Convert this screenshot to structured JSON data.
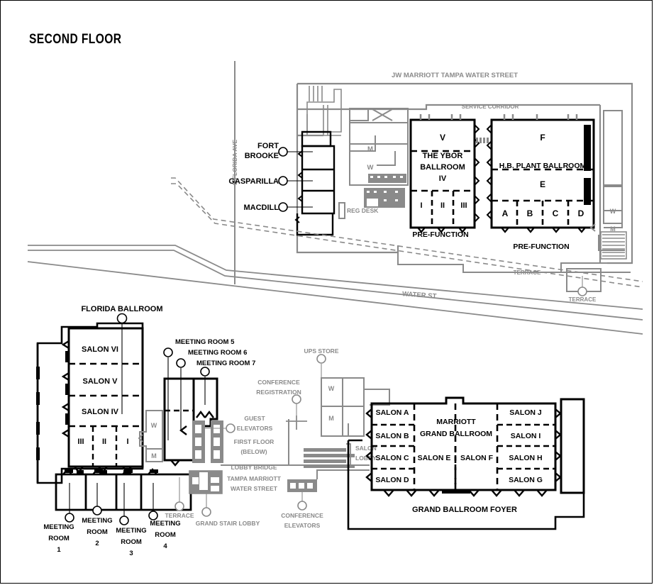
{
  "page": {
    "title": "SECOND FLOOR"
  },
  "colors": {
    "ink": "#000000",
    "gray": "#8a8a8a",
    "background": "#ffffff"
  },
  "upper_plan": {
    "building_name": "JW MARRIOTT TAMPA WATER STREET",
    "street_left": "S FLORIDA AVE",
    "service_corridor": "SERVICE CORRIDOR",
    "reg_desk": "REG DESK",
    "callouts": [
      {
        "label": "FORT BROOKE"
      },
      {
        "label": "GASPARILLA"
      },
      {
        "label": "MACDILL"
      }
    ],
    "ybor": {
      "name_line1": "THE YBOR",
      "name_line2": "BALLROOM",
      "sections_upper": [
        "V",
        "IV"
      ],
      "sections_lower": [
        "I",
        "II",
        "III"
      ],
      "prefunction": "PRE-FUNCTION"
    },
    "hbplant": {
      "name": "H.B. PLANT BALLROOM",
      "sections_upper": [
        "F",
        "E"
      ],
      "sections_lower": [
        "A",
        "B",
        "C",
        "D"
      ],
      "prefunction": "PRE-FUNCTION"
    },
    "restrooms": [
      {
        "label": "M"
      },
      {
        "label": "W"
      },
      {
        "label": "W"
      },
      {
        "label": "M"
      }
    ]
  },
  "street": {
    "name": "WATER ST",
    "terrace_upper": "TERRACE",
    "terrace_right": "TERRACE"
  },
  "lower_plan": {
    "florida_ballroom": {
      "callout": "FLORIDA BALLROOM",
      "salons": [
        "SALON VI",
        "SALON V",
        "SALON IV"
      ],
      "sub_sections": [
        "III",
        "II",
        "I"
      ]
    },
    "meeting_callouts": [
      {
        "label": "MEETING ROOM 5"
      },
      {
        "label": "MEETING ROOM 6"
      },
      {
        "label": "MEETING ROOM 7"
      }
    ],
    "meeting_rooms_bottom": [
      {
        "line1": "MEETING",
        "line2": "ROOM",
        "line3": "1"
      },
      {
        "line1": "MEETING",
        "line2": "ROOM",
        "line3": "2"
      },
      {
        "line1": "MEETING",
        "line2": "ROOM",
        "line3": "3"
      },
      {
        "line1": "MEETING",
        "line2": "ROOM",
        "line3": "4"
      }
    ],
    "gray_callouts": {
      "ups_store": "UPS STORE",
      "conference_registration_l1": "CONFERENCE",
      "conference_registration_l2": "REGISTRATION",
      "guest_elevators_l1": "GUEST",
      "guest_elevators_l2": "ELEVATORS",
      "first_floor_l1": "FIRST FLOOR",
      "first_floor_l2": "(BELOW)",
      "lobby_bridge": "LOBBY BRIDGE",
      "tampa_marriott_l1": "TAMPA MARRIOTT",
      "tampa_marriott_l2": "WATER STREET",
      "conference_elevators_l1": "CONFERENCE",
      "conference_elevators_l2": "ELEVATORS",
      "grand_stair_lobby": "GRAND STAIR LOBBY",
      "terrace": "TERRACE",
      "salon_lobby_l1": "SALON",
      "salon_lobby_l2": "LOBBY"
    },
    "restrooms": [
      {
        "label": "W"
      },
      {
        "label": "M"
      },
      {
        "label": "W"
      },
      {
        "label": "M"
      }
    ],
    "grand_ballroom": {
      "name_line1": "MARRIOTT",
      "name_line2": "GRAND BALLROOM",
      "salons_left": [
        "SALON A",
        "SALON B",
        "SALON C",
        "SALON D"
      ],
      "salons_center": [
        "SALON E",
        "SALON F"
      ],
      "salons_right": [
        "SALON J",
        "SALON I",
        "SALON H",
        "SALON G"
      ],
      "foyer": "GRAND BALLROOM FOYER"
    }
  }
}
